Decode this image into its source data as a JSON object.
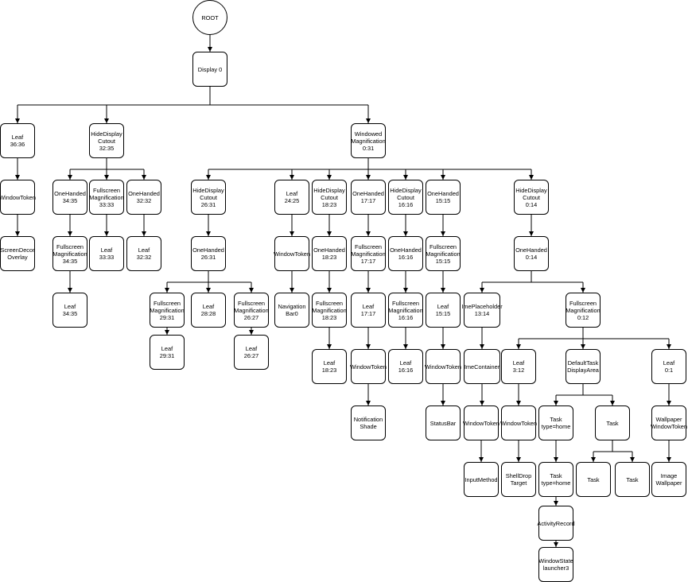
{
  "diagram": {
    "type": "hierarchy-tree",
    "nodes": [
      {
        "id": "root",
        "label": "ROOT",
        "shape": "circle"
      },
      {
        "id": "display0",
        "label": "Display 0",
        "parent": "root"
      },
      {
        "id": "leaf3636",
        "label": "Leaf\n36:36",
        "parent": "display0"
      },
      {
        "id": "hdc3235",
        "label": "HideDisplay\nCutout\n32:35",
        "parent": "display0"
      },
      {
        "id": "wm031",
        "label": "Windowed\nMagnification\n0:31",
        "parent": "display0"
      },
      {
        "id": "wt_decor",
        "label": "WindowToken",
        "parent": "leaf3636"
      },
      {
        "id": "sdo",
        "label": "ScreenDecor\nOverlay",
        "parent": "wt_decor"
      },
      {
        "id": "oh3435",
        "label": "OneHanded\n34:35",
        "parent": "hdc3235"
      },
      {
        "id": "fm3333",
        "label": "Fullscreen\nMagnification\n33:33",
        "parent": "hdc3235"
      },
      {
        "id": "oh3232",
        "label": "OneHanded\n32:32",
        "parent": "hdc3235"
      },
      {
        "id": "fm3435",
        "label": "Fullscreen\nMagnification\n34:35",
        "parent": "oh3435"
      },
      {
        "id": "leaf3435",
        "label": "Leaf\n34:35",
        "parent": "fm3435"
      },
      {
        "id": "leaf3333",
        "label": "Leaf\n33:33",
        "parent": "fm3333"
      },
      {
        "id": "leaf3232",
        "label": "Leaf\n32:32",
        "parent": "oh3232"
      },
      {
        "id": "hdc2631",
        "label": "HideDisplay\nCutout\n26:31",
        "parent": "wm031"
      },
      {
        "id": "leaf2425",
        "label": "Leaf\n24:25",
        "parent": "wm031"
      },
      {
        "id": "hdc1823",
        "label": "HideDisplay\nCutout\n18:23",
        "parent": "wm031"
      },
      {
        "id": "oh1717",
        "label": "OneHanded\n17:17",
        "parent": "wm031"
      },
      {
        "id": "hdc1616",
        "label": "HideDisplay\nCutout\n16:16",
        "parent": "wm031"
      },
      {
        "id": "oh1515",
        "label": "OneHanded\n15:15",
        "parent": "wm031"
      },
      {
        "id": "hdc014",
        "label": "HideDisplay\nCutout\n0:14",
        "parent": "wm031"
      },
      {
        "id": "oh2631",
        "label": "OneHanded\n26:31",
        "parent": "hdc2631"
      },
      {
        "id": "fm2931",
        "label": "Fullscreen\nMagnification\n29:31",
        "parent": "oh2631"
      },
      {
        "id": "leaf2828",
        "label": "Leaf\n28:28",
        "parent": "oh2631"
      },
      {
        "id": "fm2627",
        "label": "Fullscreen\nMagnification\n26:27",
        "parent": "oh2631"
      },
      {
        "id": "leaf2931",
        "label": "Leaf\n29:31",
        "parent": "fm2931"
      },
      {
        "id": "leaf2627",
        "label": "Leaf\n26:27",
        "parent": "fm2627"
      },
      {
        "id": "wt_nav",
        "label": "WindowToken",
        "parent": "leaf2425"
      },
      {
        "id": "navbar",
        "label": "Navigation\nBar0",
        "parent": "wt_nav"
      },
      {
        "id": "oh1823",
        "label": "OneHanded\n18:23",
        "parent": "hdc1823"
      },
      {
        "id": "fm1823",
        "label": "Fullscreen\nMagnification\n18:23",
        "parent": "oh1823"
      },
      {
        "id": "leaf1823",
        "label": "Leaf\n18:23",
        "parent": "fm1823"
      },
      {
        "id": "fm1717",
        "label": "Fullscreen\nMagnification\n17:17",
        "parent": "oh1717"
      },
      {
        "id": "leaf1717",
        "label": "Leaf\n17:17",
        "parent": "fm1717"
      },
      {
        "id": "wt_notif",
        "label": "WindowToken",
        "parent": "leaf1717"
      },
      {
        "id": "notif",
        "label": "Notification\nShade",
        "parent": "wt_notif"
      },
      {
        "id": "oh1616",
        "label": "OneHanded\n16:16",
        "parent": "hdc1616"
      },
      {
        "id": "fm1616",
        "label": "Fullscreen\nMagnification\n16:16",
        "parent": "oh1616"
      },
      {
        "id": "leaf1616",
        "label": "Leaf\n16:16",
        "parent": "fm1616"
      },
      {
        "id": "fm1515",
        "label": "Fullscreen\nMagnification\n15:15",
        "parent": "oh1515"
      },
      {
        "id": "leaf1515",
        "label": "Leaf\n15:15",
        "parent": "fm1515"
      },
      {
        "id": "wt_status",
        "label": "WindowToken",
        "parent": "leaf1515"
      },
      {
        "id": "statusbar",
        "label": "StatusBar",
        "parent": "wt_status"
      },
      {
        "id": "oh014",
        "label": "OneHanded\n0:14",
        "parent": "hdc014"
      },
      {
        "id": "ime1314",
        "label": "ImePlaceholder\n13:14",
        "parent": "oh014"
      },
      {
        "id": "fm012",
        "label": "Fullscreen\nMagnification\n0:12",
        "parent": "oh014"
      },
      {
        "id": "imec",
        "label": "ImeContainer",
        "parent": "ime1314"
      },
      {
        "id": "wt_ime",
        "label": "WindowToken",
        "parent": "imec"
      },
      {
        "id": "inputm",
        "label": "InputMethod",
        "parent": "wt_ime"
      },
      {
        "id": "leaf312",
        "label": "Leaf\n3:12",
        "parent": "fm012"
      },
      {
        "id": "dtda",
        "label": "DefaultTask\nDisplayArea",
        "parent": "fm012"
      },
      {
        "id": "leaf01",
        "label": "Leaf\n0:1",
        "parent": "fm012"
      },
      {
        "id": "wt_shell",
        "label": "WindowToken",
        "parent": "leaf312"
      },
      {
        "id": "shelldrop",
        "label": "ShellDrop\nTarget",
        "parent": "wt_shell"
      },
      {
        "id": "task_home",
        "label": "Task\ntype=home",
        "parent": "dtda"
      },
      {
        "id": "task_b",
        "label": "Task",
        "parent": "dtda"
      },
      {
        "id": "task_home2",
        "label": "Task\ntype=home",
        "parent": "task_home"
      },
      {
        "id": "activity",
        "label": "ActivityRecord",
        "parent": "task_home2"
      },
      {
        "id": "wstate",
        "label": "WindowState\nlauncher3",
        "parent": "activity"
      },
      {
        "id": "task_c",
        "label": "Task",
        "parent": "task_b"
      },
      {
        "id": "task_d",
        "label": "Task",
        "parent": "task_b"
      },
      {
        "id": "wt_wall",
        "label": "Wallpaper\nWindowToken",
        "parent": "leaf01"
      },
      {
        "id": "imgwall",
        "label": "Image\nWallpaper",
        "parent": "wt_wall"
      }
    ]
  }
}
